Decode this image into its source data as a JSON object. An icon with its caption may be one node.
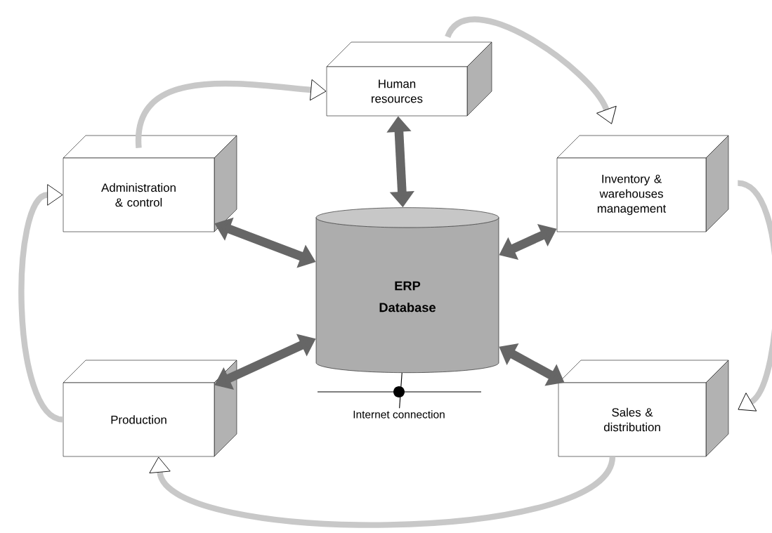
{
  "diagram": {
    "nodes": [
      {
        "text": [
          "Human resources"
        ]
      },
      {
        "text": [
          "Administration & control"
        ]
      },
      {
        "text": [
          "Inventory & warehouses management"
        ]
      },
      {
        "text": [
          "ERP Database"
        ]
      },
      {
        "text": [
          "Production"
        ]
      },
      {
        "text": [
          "Sales & distribution"
        ]
      },
      {
        "text": [
          "Internet connection"
        ]
      }
    ],
    "edges": [
      {
        "from": 3,
        "to": 0,
        "arrow": "both",
        "color": "#666666"
      },
      {
        "from": 3,
        "to": 1,
        "arrow": "both",
        "color": "#666666"
      },
      {
        "from": 3,
        "to": 2,
        "arrow": "both",
        "color": "#666666"
      },
      {
        "from": 3,
        "to": 4,
        "arrow": "both",
        "color": "#666666"
      },
      {
        "from": 3,
        "to": 5,
        "arrow": "both",
        "color": "#666666"
      },
      {
        "from": 1,
        "to": 0,
        "arrow": "to",
        "color": "#c8c8c8"
      },
      {
        "from": 0,
        "to": 2,
        "arrow": "to",
        "color": "#c8c8c8"
      },
      {
        "from": 2,
        "to": 5,
        "arrow": "to",
        "color": "#c8c8c8"
      },
      {
        "from": 5,
        "to": 4,
        "arrow": "to",
        "color": "#c8c8c8"
      },
      {
        "from": 4,
        "to": 1,
        "arrow": "to",
        "color": "#c8c8c8"
      },
      {
        "from": 3,
        "to": 6,
        "arrow": "none",
        "color": "#000000"
      }
    ]
  }
}
